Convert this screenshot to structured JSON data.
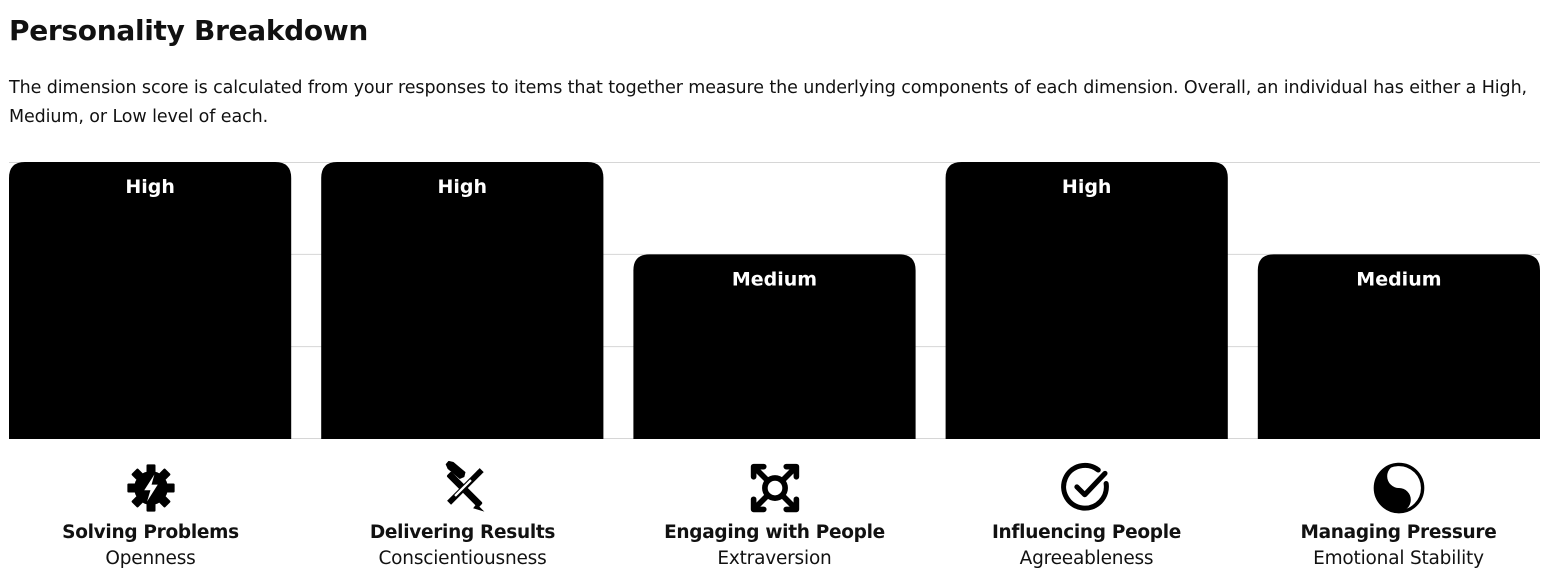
{
  "title": "Personality Breakdown",
  "intro": "The dimension score is calculated from your responses to items that together measure the underlying components of each dimension. Overall, an individual has either a High, Medium, or Low level of each.",
  "chart_data": {
    "type": "bar",
    "levels": [
      "Low",
      "Medium",
      "High"
    ],
    "ylim": [
      0,
      3
    ],
    "grid": true,
    "bar_color": "#000000",
    "categories": [
      "Solving Problems",
      "Delivering Results",
      "Engaging with People",
      "Influencing People",
      "Managing Pressure"
    ],
    "values": [
      3,
      3,
      2,
      3,
      2
    ],
    "value_labels": [
      "High",
      "High",
      "Medium",
      "High",
      "Medium"
    ]
  },
  "dimensions": [
    {
      "name": "Solving Problems",
      "trait": "Openness",
      "icon": "gear-bolt-icon"
    },
    {
      "name": "Delivering Results",
      "trait": "Conscientiousness",
      "icon": "hammer-pencil-icon"
    },
    {
      "name": "Engaging with People",
      "trait": "Extraversion",
      "icon": "expand-arrows-icon"
    },
    {
      "name": "Influencing People",
      "trait": "Agreeableness",
      "icon": "check-circle-icon"
    },
    {
      "name": "Managing Pressure",
      "trait": "Emotional Stability",
      "icon": "yin-yang-icon"
    }
  ]
}
